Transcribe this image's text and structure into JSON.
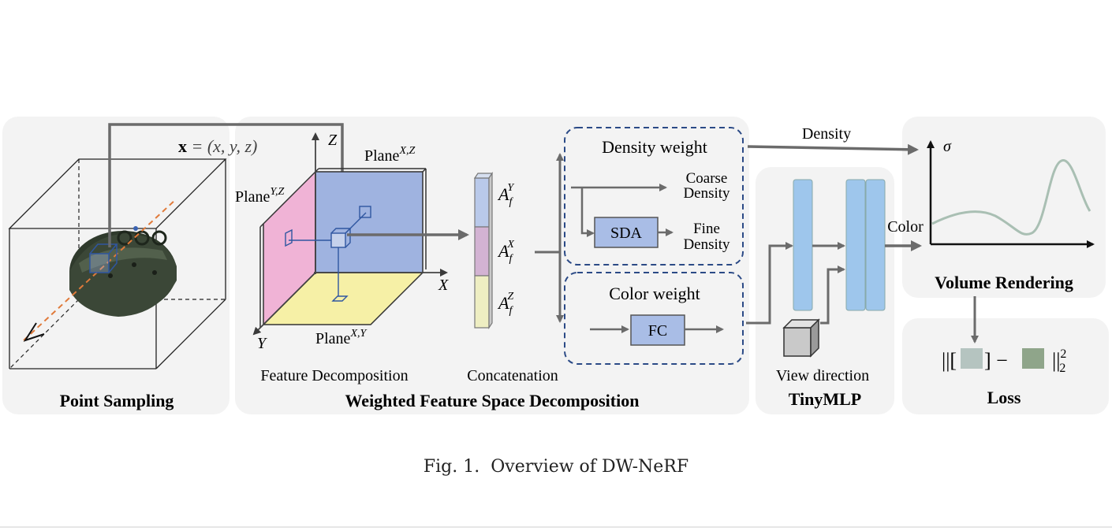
{
  "figure": {
    "panels": {
      "point_sampling": "Point Sampling",
      "wfsd": "Weighted Feature Space Decomposition",
      "tinymlp": "TinyMLP",
      "volume_rendering": "Volume Rendering",
      "loss": "Loss"
    },
    "labels": {
      "x_bold": "x",
      "x_eq": " = (x, y, z)",
      "axis_z": "Z",
      "axis_x": "X",
      "axis_y": "Y",
      "plane": "Plane",
      "plane_xz_sup": "X,Z",
      "plane_yz_sup": "Y,Z",
      "plane_xy_sup": "X,Y",
      "feature_decomposition": "Feature Decomposition",
      "concatenation": "Concatenation",
      "af": "A",
      "af_sub": "f",
      "af_y": "Y",
      "af_x": "X",
      "af_z": "Z",
      "density_weight": "Density weight",
      "coarse_density_1": "Coarse",
      "coarse_density_2": "Density",
      "fine_density_1": "Fine",
      "fine_density_2": "Density",
      "sda": "SDA",
      "color_weight": "Color weight",
      "fc": "FC",
      "density": "Density",
      "color": "Color",
      "view_direction": "View direction",
      "sigma": "σ",
      "loss_expr_left": "||[",
      "loss_expr_mid": "] −",
      "loss_expr_right": "||",
      "loss_sup": "2",
      "loss_sub": "2"
    },
    "colors": {
      "panel_bg": "#f3f3f3",
      "plane_xz": "#9fb3e0",
      "plane_yz": "#f0b3d6",
      "plane_xy": "#f6f0a6",
      "mlp_bar": "#9ec6ec",
      "block_fill": "#a9bde6",
      "dash_border": "#2b4a86",
      "arrow": "#6b6b6b",
      "curve": "#a9bfb3",
      "loss_swatch_1": "#b5c4c0",
      "loss_swatch_2": "#8fa58a"
    },
    "caption_label": "Fig. 1.",
    "caption_text": "Overview of DW-NeRF"
  }
}
